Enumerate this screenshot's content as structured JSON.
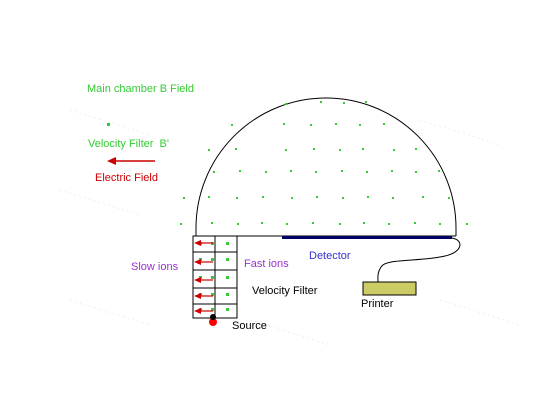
{
  "labels": {
    "main_chamber_field": "Main chamber B Field",
    "velocity_filter_field": "Velocity Filter  B'",
    "electric_field": "Electric Field",
    "slow_ions": "Slow ions",
    "fast_ions": "Fast ions",
    "detector": "Detector",
    "velocity_filter": "Velocity Filter",
    "printer": "Printer",
    "source": "Source"
  },
  "colors": {
    "magnetic_field": "#33cc33",
    "electric_field": "#cc0000",
    "ions": "#9933cc",
    "detector_text": "#3333cc",
    "detector_bar": "#000066",
    "printer_body": "#cccc66",
    "source_dot": "#ff0000",
    "outline": "#000000",
    "plain_text": "#000000"
  }
}
